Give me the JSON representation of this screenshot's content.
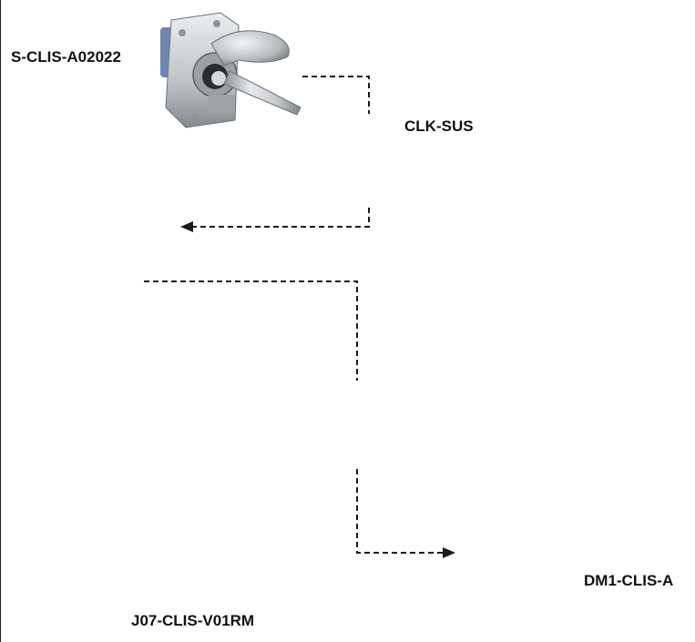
{
  "labels": {
    "s_clis": "S-CLIS-A02022",
    "clk": "CLK-SUS",
    "j07": "J07-CLIS-V01RM",
    "dm1": "DM1-CLIS-A"
  },
  "colors": {
    "steel_light": "#e6e8ea",
    "steel_mid": "#b9bdc1",
    "steel_dark": "#7b8086",
    "steel_shadow": "#4e5358",
    "blue_insert": "#6f86b3",
    "connector": "#1a1a1a",
    "label_text": "#111111"
  },
  "icons": {
    "arrow_head": "triangle-arrow-icon",
    "key": "safety-key-icon"
  }
}
